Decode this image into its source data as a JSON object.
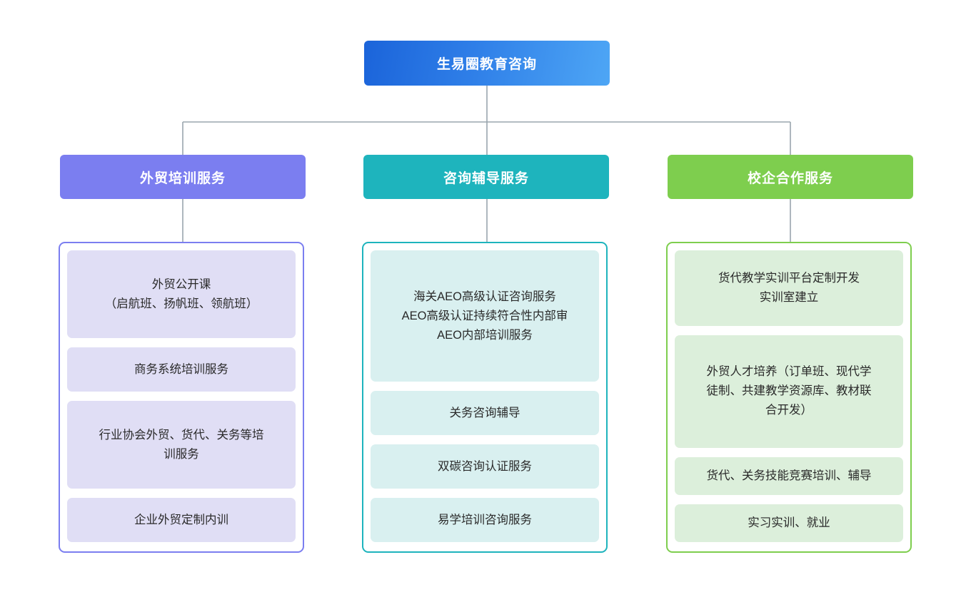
{
  "diagram": {
    "type": "organization-chart",
    "root": {
      "label": "生易圈教育咨询",
      "color": "#2f7fe8"
    },
    "branches": [
      {
        "label": "外贸培训服务",
        "color": "#7b7ef0",
        "card_color": "#e0deF5",
        "items": [
          {
            "lines": [
              "外贸公开课",
              "（启航班、扬帆班、领航班）"
            ]
          },
          {
            "lines": [
              "商务系统培训服务"
            ]
          },
          {
            "lines": [
              "行业协会外贸、货代、关务等培",
              "训服务"
            ]
          },
          {
            "lines": [
              "企业外贸定制内训"
            ]
          }
        ]
      },
      {
        "label": "咨询辅导服务",
        "color": "#1eb4bd",
        "card_color": "#d9f0f0",
        "items": [
          {
            "lines": [
              "海关AEO高级认证咨询服务",
              "AEO高级认证持续符合性内部审",
              "AEO内部培训服务"
            ]
          },
          {
            "lines": [
              "关务咨询辅导"
            ]
          },
          {
            "lines": [
              "双碳咨询认证服务"
            ]
          },
          {
            "lines": [
              "易学培训咨询服务"
            ]
          }
        ]
      },
      {
        "label": "校企合作服务",
        "color": "#7ece4e",
        "card_color": "#dcefdb",
        "items": [
          {
            "lines": [
              "货代教学实训平台定制开发",
              "实训室建立"
            ]
          },
          {
            "lines": [
              "外贸人才培养（订单班、现代学",
              "徒制、共建教学资源库、教材联",
              "合开发）"
            ]
          },
          {
            "lines": [
              "货代、关务技能竞赛培训、辅导"
            ]
          },
          {
            "lines": [
              "实习实训、就业"
            ]
          }
        ]
      }
    ],
    "connector_color": "#9aa5ad"
  }
}
